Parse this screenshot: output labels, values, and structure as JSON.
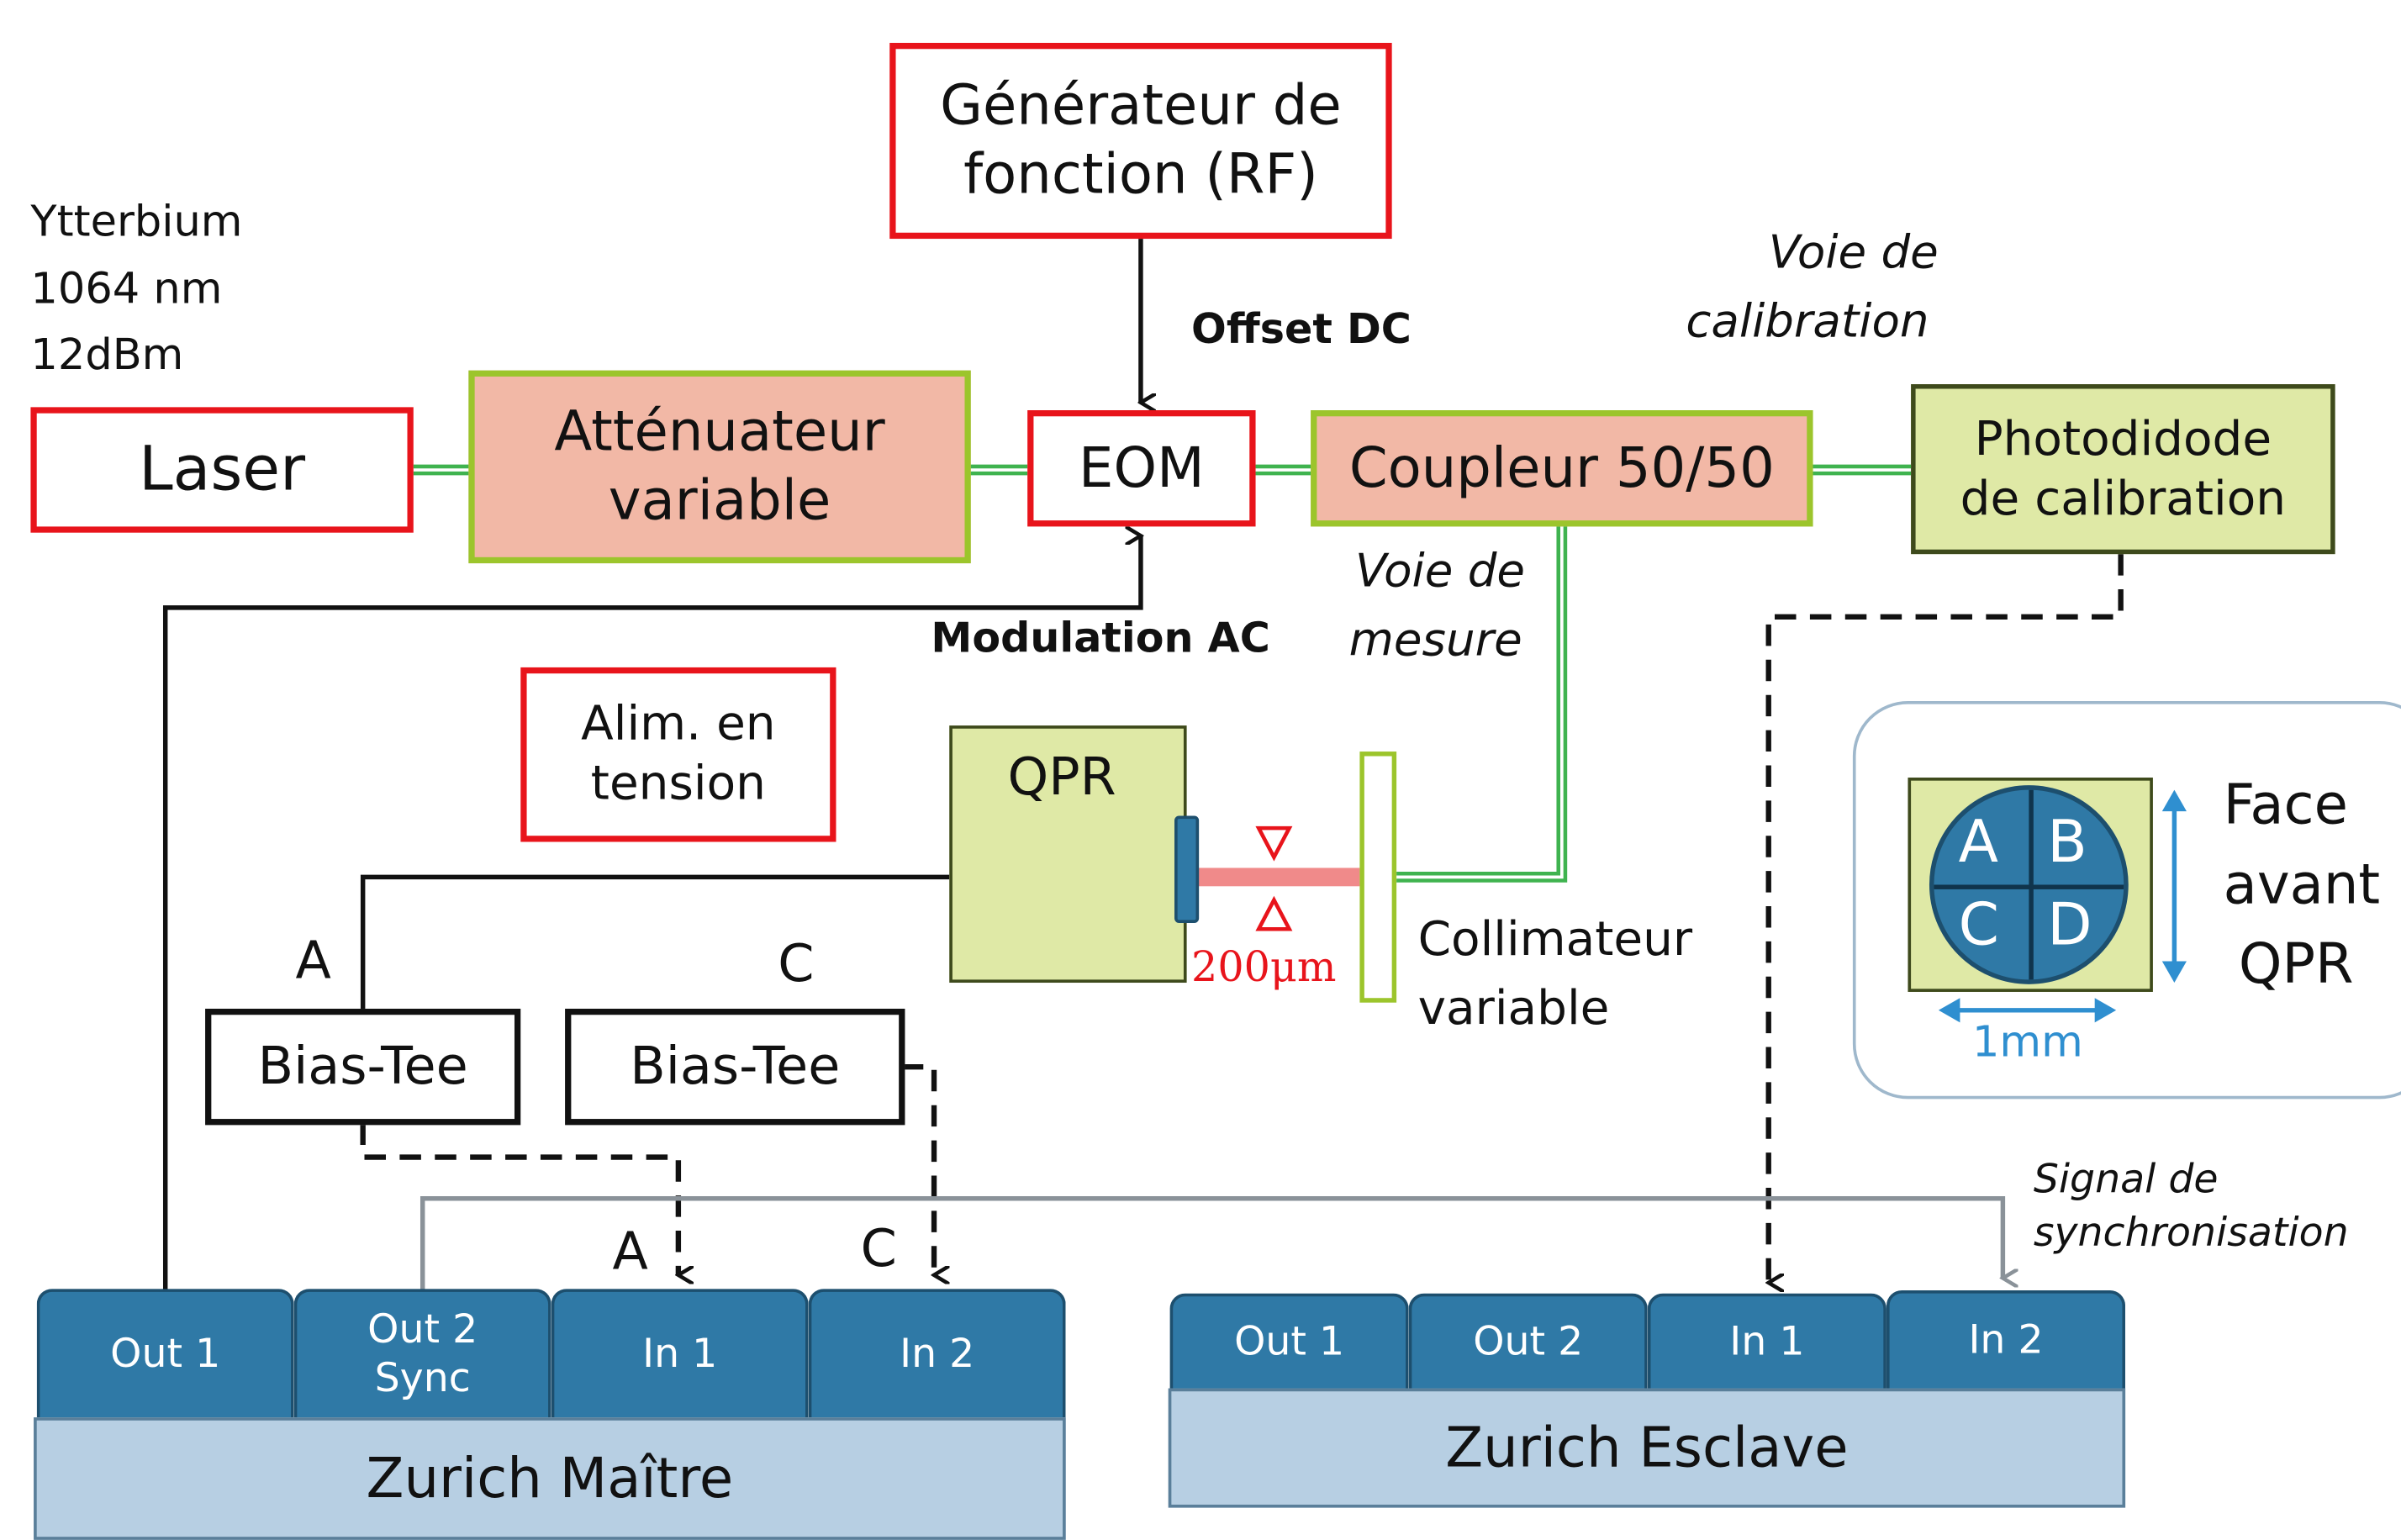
{
  "laser": {
    "label": "Laser",
    "specs": [
      "Ytterbium",
      "1064 nm",
      "12dBm"
    ]
  },
  "attenuator": {
    "line1": "Atténuateur",
    "line2": "variable"
  },
  "eom": {
    "label": "EOM"
  },
  "generator": {
    "line1": "Générateur de",
    "line2": "fonction (RF)"
  },
  "offset_label": "Offset DC",
  "modulation_label": "Modulation AC",
  "coupler": {
    "label": "Coupleur 50/50"
  },
  "calibration_path": {
    "line1": "Voie de",
    "line2": "calibration"
  },
  "measure_path": {
    "line1": "Voie de",
    "line2": "mesure"
  },
  "photodiode": {
    "line1": "Photodidode",
    "line2": "de calibration"
  },
  "power_supply": {
    "line1": "Alim. en",
    "line2": "tension"
  },
  "qpr": {
    "label": "QPR"
  },
  "beam_waist": "200μm",
  "collimator": {
    "line1": "Collimateur",
    "line2": "variable"
  },
  "bias_tee_a": {
    "label": "Bias-Tee",
    "channel": "A"
  },
  "bias_tee_c": {
    "label": "Bias-Tee",
    "channel": "C"
  },
  "qpr_face": {
    "quadrants": [
      "A",
      "B",
      "C",
      "D"
    ],
    "title": [
      "Face",
      "avant",
      "QPR"
    ],
    "size_label": "1mm"
  },
  "sync_label": {
    "line1": "Signal de",
    "line2": "synchronisation"
  },
  "zurich_master": {
    "name": "Zurich Maître",
    "ports": [
      {
        "line1": "Out 1",
        "line2": ""
      },
      {
        "line1": "Out 2",
        "line2": "Sync"
      },
      {
        "line1": "In 1",
        "line2": ""
      },
      {
        "line1": "In 2",
        "line2": ""
      }
    ],
    "input_labels": [
      "A",
      "C"
    ]
  },
  "zurich_slave": {
    "name": "Zurich Esclave",
    "ports": [
      "Out 1",
      "Out 2",
      "In 1",
      "In 2"
    ]
  },
  "colors": {
    "red_box": "#e8141b",
    "salmon_fill": "#f2b8a6",
    "green_border": "#9cc52c",
    "green_fill": "#dfe9a6",
    "fiber": "#3fb34f",
    "port_blue": "#2f79a6",
    "panel_blue": "#b7cfe3",
    "beam": "#f08a8a",
    "beam_label": "#e8141b",
    "dimension_blue": "#2f8fd0"
  }
}
